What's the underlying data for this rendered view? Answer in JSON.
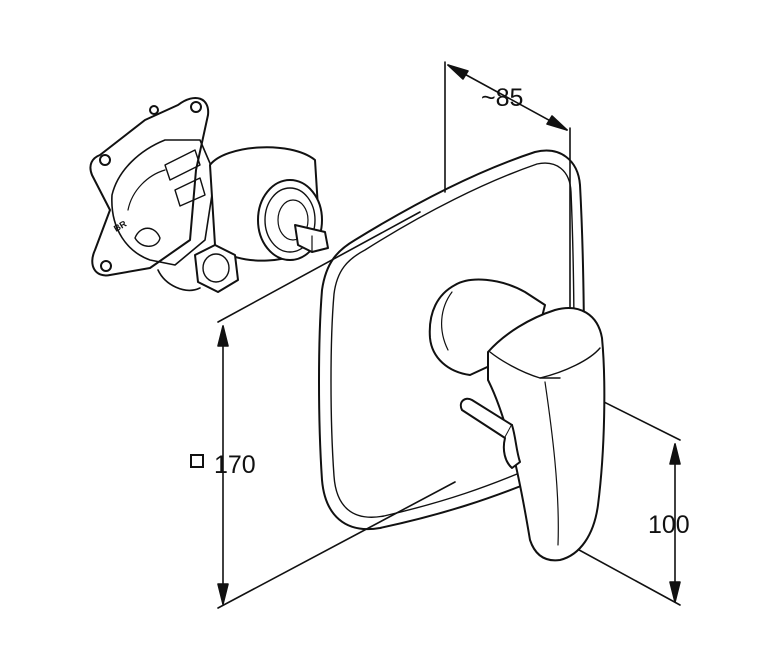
{
  "dimensions": {
    "depth_label": "~85",
    "square_label": "170",
    "height_label": "100"
  },
  "icons": {
    "square_symbol": "square-outline-icon"
  },
  "colors": {
    "line": "#111111",
    "background": "#ffffff"
  }
}
